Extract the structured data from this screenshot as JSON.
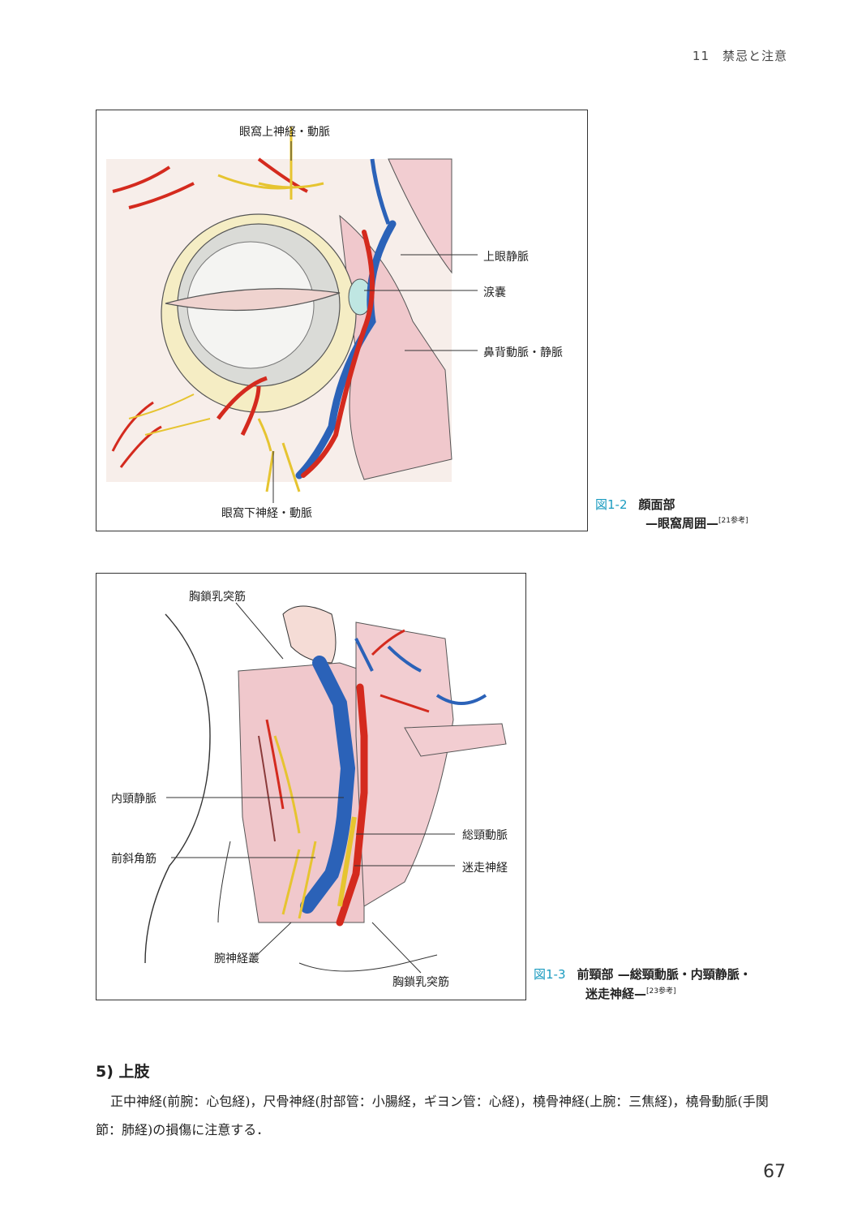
{
  "running_head": "11　禁忌と注意",
  "figure1": {
    "labels": {
      "supraorbital": "眼窩上神経・動脈",
      "superior_ophthalmic_vein": "上眼静脈",
      "lacrimal_sac": "涙嚢",
      "dorsal_nasal": "鼻背動脈・静脈",
      "infraorbital": "眼窩下神経・動脈"
    },
    "caption_number": "図1-2",
    "caption_title": "顔面部",
    "caption_subtitle": "—眼窩周囲—",
    "caption_ref": "[21参考]"
  },
  "figure2": {
    "labels": {
      "sternocleidomastoid_top": "胸鎖乳突筋",
      "internal_jugular_vein": "内頸静脈",
      "common_carotid_artery": "総頸動脈",
      "anterior_scalene": "前斜角筋",
      "vagus_nerve": "迷走神経",
      "brachial_plexus": "腕神経叢",
      "sternocleidomastoid_bottom": "胸鎖乳突筋"
    },
    "caption_number": "図1-3",
    "caption_title_line1": "前頸部 —総頸動脈・内頸静脈・",
    "caption_title_line2": "迷走神経—",
    "caption_ref": "[23参考]"
  },
  "section": {
    "heading": "5) 上肢",
    "body": "正中神経(前腕：心包経)，尺骨神経(肘部管：小腸経，ギヨン管：心経)，橈骨神経(上腕：三焦経)，橈骨動脈(手関節：肺経)の損傷に注意する．"
  },
  "page_number": "67",
  "colors": {
    "artery": "#d42a1e",
    "vein": "#2b62b8",
    "nerve": "#f2d63a",
    "muscle": "#f0c8cc",
    "caption_accent": "#1a9bc0"
  }
}
